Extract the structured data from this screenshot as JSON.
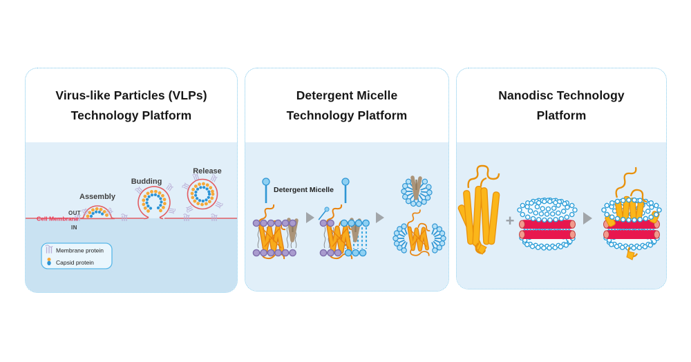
{
  "colors": {
    "panel_border": "#79c5ea",
    "panel_body": "#e1eff9",
    "cytoplasm": "#c9e2f2",
    "membrane_red": "#e25d62",
    "cell_membrane_text_red": "#ee3550",
    "capsid_orange": "#f5a839",
    "capsid_blue": "#2b93d5",
    "membrane_protein_purple": "#b9aed6",
    "detergent_blue": "#2f96d4",
    "detergent_head_blue": "#8ed0f2",
    "lipid_head_purple": "#a99bce",
    "protein_orange": "#f8ab1c",
    "protein_orange_outline": "#e8910c",
    "tan_protein": "#ab9479",
    "arrow_gray": "#a1a5a9",
    "scaffold_belt_red": "#e8174e",
    "scaffold_cap_salmon": "#f29a8e",
    "nanodisc_lipid_blue": "#2f9fd8"
  },
  "panels": [
    {
      "title_lines": [
        "Virus-like Particles (VLPs)",
        "Technology Platform"
      ],
      "stage_labels": {
        "assembly": "Assembly",
        "budding": "Budding",
        "release": "Release"
      },
      "membrane_labels": {
        "out": "OUT",
        "cell_membrane": "Cell Membrane",
        "in": "IN"
      },
      "legend": {
        "membrane_protein": "Membrane protein",
        "capsid_protein": "Capsid protein"
      }
    },
    {
      "title_lines": [
        "Detergent Micelle",
        "Technology Platform"
      ],
      "labels": {
        "detergent_micelle": "Detergent Micelle"
      }
    },
    {
      "title_lines": [
        "Nanodisc Technology",
        "Platform"
      ],
      "labels": {
        "plus": "+"
      }
    }
  ]
}
